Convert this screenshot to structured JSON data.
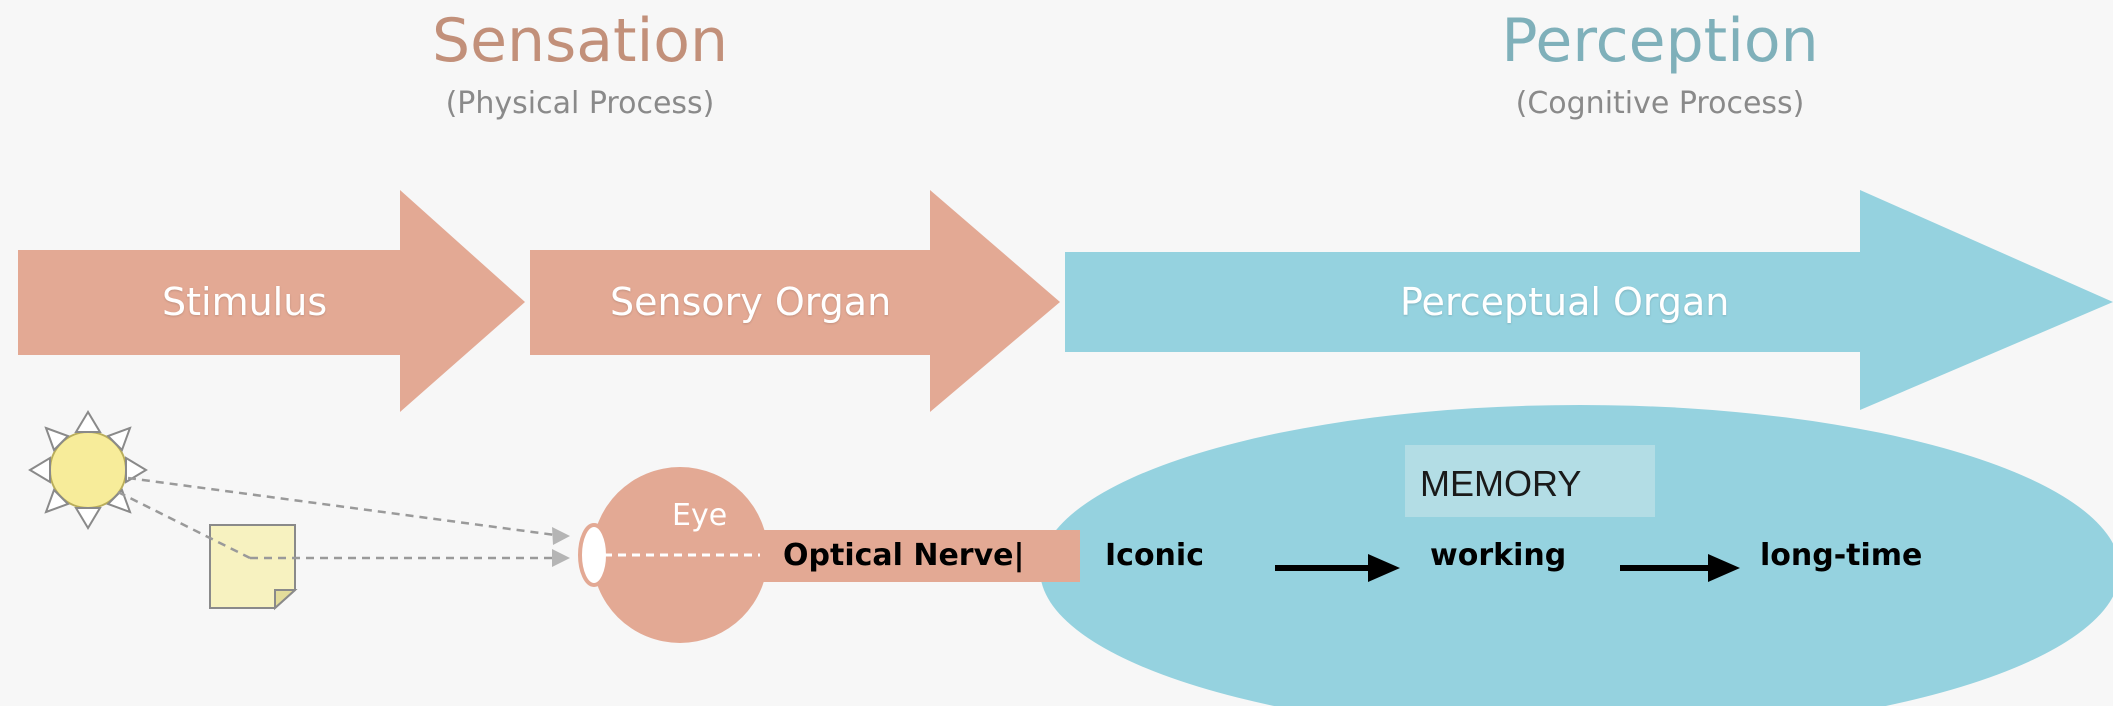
{
  "headings": {
    "sensation": {
      "title": "Sensation",
      "subtitle": "(Physical Process)"
    },
    "perception": {
      "title": "Perception",
      "subtitle": "(Cognitive Process)"
    }
  },
  "arrows": {
    "stimulus": "Stimulus",
    "sensory_organ": "Sensory Organ",
    "perceptual_organ": "Perceptual Organ"
  },
  "eye": {
    "label": "Eye"
  },
  "optical_nerve": "Optical Nerve|",
  "memory": {
    "title": "MEMORY",
    "stages": [
      "Iconic",
      "working",
      "long-time"
    ]
  },
  "colors": {
    "sensation": "#e3a994",
    "perception": "#95d2df",
    "sensation_text": "#c2907a",
    "perception_text": "#7fb0ba",
    "sun": "#f7ec9a",
    "paper": "#f7f2c0"
  },
  "icons": [
    "sun-icon",
    "paper-icon",
    "eye-icon"
  ]
}
